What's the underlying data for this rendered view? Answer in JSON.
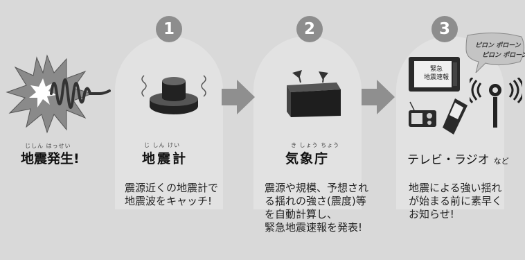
{
  "step0": {
    "ruby": "じしん はっせい",
    "title": "地震発生!"
  },
  "step1": {
    "number": "1",
    "ruby": "じ しん けい",
    "title": "地震計",
    "desc": [
      "震源近くの地震計で",
      "地震波をキャッチ!"
    ]
  },
  "step2": {
    "number": "2",
    "ruby": "き しょう ちょう",
    "title": "気象庁",
    "desc": [
      "震源や規模、予想され",
      "る揺れの強さ(震度)等",
      "を自動計算し、",
      "緊急地震速報を発表!"
    ]
  },
  "step3": {
    "number": "3",
    "title": "テレビ・ラジオ",
    "title_suffix": "など",
    "desc": [
      "地震による強い揺れ",
      "が始まる前に素早く",
      "お知らせ!"
    ],
    "tv_text": [
      "緊急",
      "地震速報"
    ],
    "bubble_lines": [
      "ピロン ポローン",
      "ピロン ポローン"
    ]
  }
}
